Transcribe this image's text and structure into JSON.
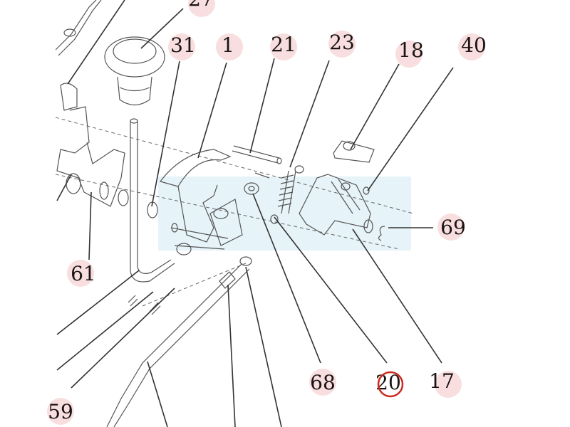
{
  "diagram": {
    "type": "exploded parts diagram",
    "highlight_color": "#e6f3f8",
    "callout_bg_color": "#f8dede",
    "selection_color": "#cc2a1e",
    "callouts": [
      {
        "id": "27",
        "label": "27"
      },
      {
        "id": "31",
        "label": "31"
      },
      {
        "id": "1",
        "label": "1"
      },
      {
        "id": "21",
        "label": "21"
      },
      {
        "id": "23",
        "label": "23"
      },
      {
        "id": "18",
        "label": "18"
      },
      {
        "id": "40",
        "label": "40"
      },
      {
        "id": "69",
        "label": "69"
      },
      {
        "id": "61",
        "label": "61"
      },
      {
        "id": "68",
        "label": "68"
      },
      {
        "id": "20",
        "label": "20",
        "selected": true
      },
      {
        "id": "17",
        "label": "17"
      },
      {
        "id": "59",
        "label": "59"
      }
    ]
  }
}
